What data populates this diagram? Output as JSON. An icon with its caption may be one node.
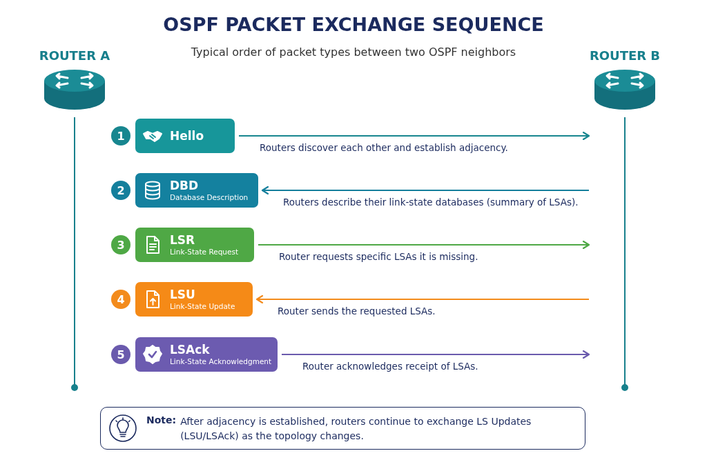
{
  "diagram": {
    "title": "OSPF PACKET EXCHANGE SEQUENCE",
    "nodes": [
      {
        "text": [
          "ROUTER A"
        ]
      },
      {
        "text": [
          "ROUTER B"
        ]
      },
      {
        "text": [
          "1"
        ]
      },
      {
        "text": [
          "Hello"
        ]
      },
      {
        "text": [
          "2"
        ]
      },
      {
        "text": [
          "DBD",
          "Database Description"
        ]
      },
      {
        "text": [
          "3"
        ]
      },
      {
        "text": [
          "LSR",
          "Link-State Request"
        ]
      },
      {
        "text": [
          "4"
        ]
      },
      {
        "text": [
          "LSU",
          "Link-State Update"
        ]
      },
      {
        "text": [
          "5"
        ]
      },
      {
        "text": [
          "LSAck",
          "Link-State Acknowledgment"
        ]
      },
      {
        "text": [
          "Note:",
          "After adjacency is established, routers continue to exchange LS Updates (LSU/LSAck) as the topology changes."
        ]
      }
    ],
    "edges": [
      {
        "from": 3,
        "to": 1,
        "arrow": "to",
        "label": "Routers discover each other and establish adjacency.",
        "color": "#17868f"
      },
      {
        "from": 1,
        "to": 5,
        "arrow": "to",
        "label": "Routers describe their link-state databases (summary of LSAs).",
        "color": "#147f9c"
      },
      {
        "from": 7,
        "to": 1,
        "arrow": "to",
        "label": "Router requests specific LSAs it is missing.",
        "color": "#4ea845"
      },
      {
        "from": 1,
        "to": 9,
        "arrow": "to",
        "label": "Router sends the requested LSAs.",
        "color": "#f38b1c"
      },
      {
        "from": 11,
        "to": 1,
        "arrow": "to",
        "label": "Router acknowledges receipt of LSAs.",
        "color": "#6a5aad"
      }
    ],
    "labels": [
      "Typical order of packet types between two OSPF neighbors"
    ]
  }
}
